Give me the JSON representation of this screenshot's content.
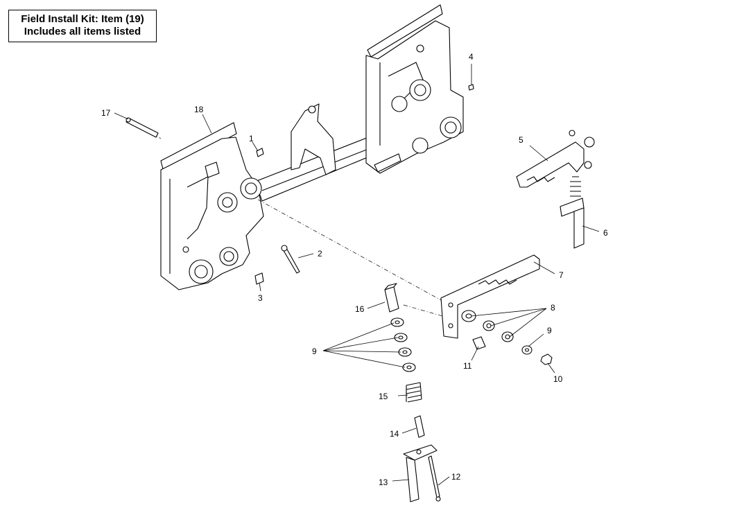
{
  "title_box": {
    "line1": "Field Install Kit: Item (19)",
    "line2": "Includes all items listed"
  },
  "callouts": {
    "c1": "1",
    "c2": "2",
    "c3": "3",
    "c4": "4",
    "c5": "5",
    "c6": "6",
    "c7": "7",
    "c8": "8",
    "c9a": "9",
    "c9b": "9",
    "c10": "10",
    "c11": "11",
    "c12": "12",
    "c13": "13",
    "c14": "14",
    "c15": "15",
    "c16": "16",
    "c17": "17",
    "c18": "18"
  }
}
